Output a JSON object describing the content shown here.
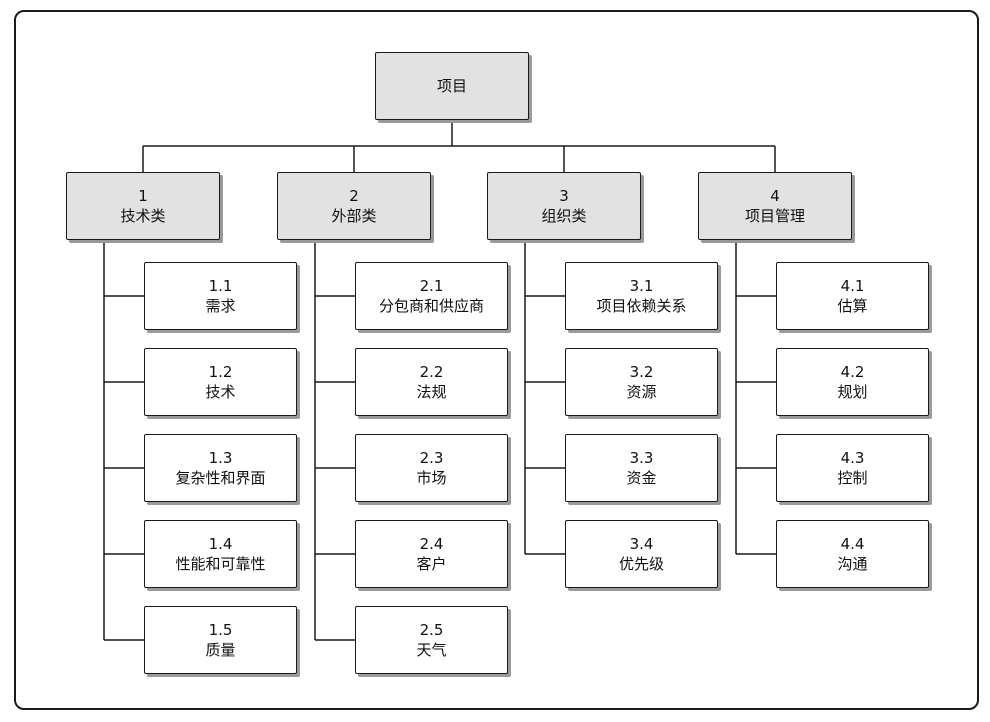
{
  "root": {
    "label": "项目"
  },
  "categories": [
    {
      "num": "1",
      "label": "技术类",
      "items": [
        {
          "num": "1.1",
          "label": "需求"
        },
        {
          "num": "1.2",
          "label": "技术"
        },
        {
          "num": "1.3",
          "label": "复杂性和界面"
        },
        {
          "num": "1.4",
          "label": "性能和可靠性"
        },
        {
          "num": "1.5",
          "label": "质量"
        }
      ]
    },
    {
      "num": "2",
      "label": "外部类",
      "items": [
        {
          "num": "2.1",
          "label": "分包商和供应商"
        },
        {
          "num": "2.2",
          "label": "法规"
        },
        {
          "num": "2.3",
          "label": "市场"
        },
        {
          "num": "2.4",
          "label": "客户"
        },
        {
          "num": "2.5",
          "label": "天气"
        }
      ]
    },
    {
      "num": "3",
      "label": "组织类",
      "items": [
        {
          "num": "3.1",
          "label": "项目依赖关系"
        },
        {
          "num": "3.2",
          "label": "资源"
        },
        {
          "num": "3.3",
          "label": "资金"
        },
        {
          "num": "3.4",
          "label": "优先级"
        }
      ]
    },
    {
      "num": "4",
      "label": "项目管理",
      "items": [
        {
          "num": "4.1",
          "label": "估算"
        },
        {
          "num": "4.2",
          "label": "规划"
        },
        {
          "num": "4.3",
          "label": "控制"
        },
        {
          "num": "4.4",
          "label": "沟通"
        }
      ]
    }
  ]
}
